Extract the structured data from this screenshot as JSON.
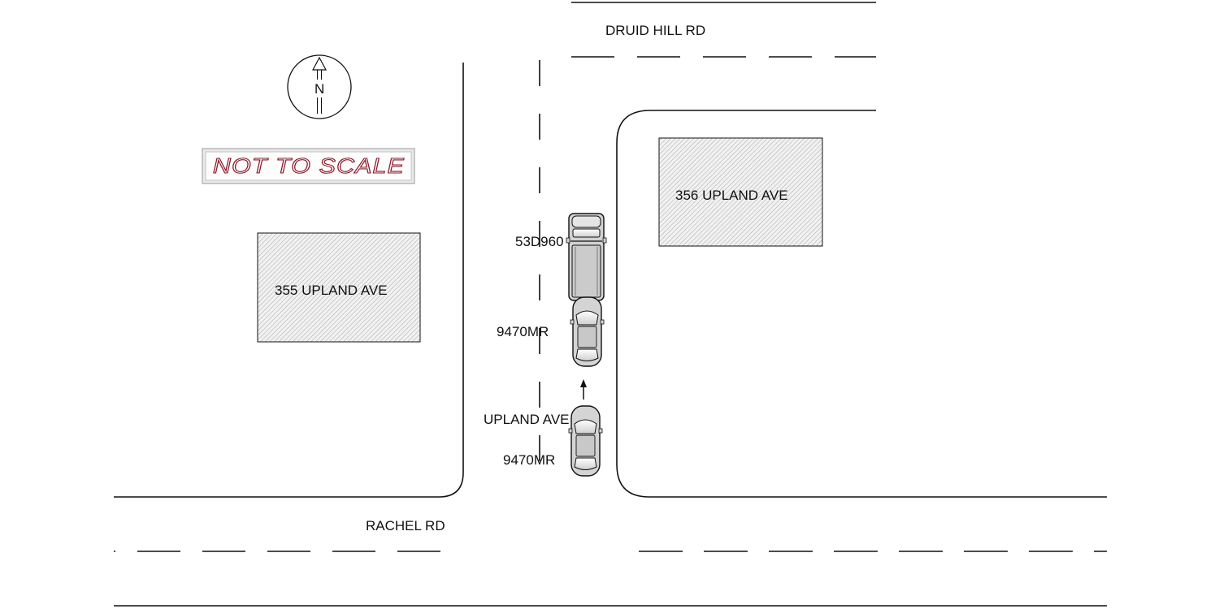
{
  "roads": {
    "druid_hill": "DRUID HILL RD",
    "upland": "UPLAND AVE",
    "rachel": "RACHEL RD"
  },
  "buildings": {
    "west": "355 UPLAND AVE",
    "east": "356 UPLAND AVE"
  },
  "vehicles": {
    "truck_plate": "53D960",
    "car_mid_plate": "9470MR",
    "car_rear_plate": "9470MR"
  },
  "compass": {
    "letter": "N"
  },
  "scale_note": "NOT TO SCALE",
  "colors": {
    "line": "#111111",
    "hatch": "#9a9a9a",
    "building_fill": "#efefef",
    "vehicle_body": "#d4d4d4",
    "scale_text": "#8b1a2a"
  }
}
